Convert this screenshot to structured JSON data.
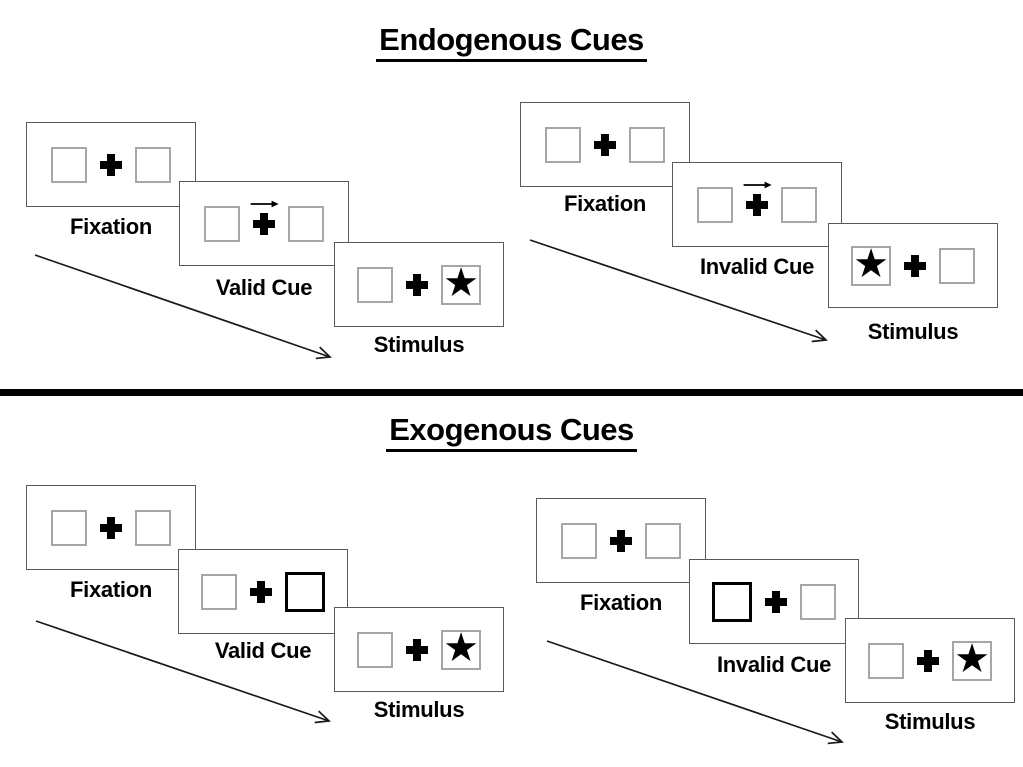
{
  "diagram": {
    "endogenous": {
      "title": "Endogenous Cues",
      "valid": {
        "fixation_label": "Fixation",
        "cue_label": "Valid Cue",
        "stimulus_label": "Stimulus",
        "cue_type": "central-arrow-pointing-right",
        "star_side": "right"
      },
      "invalid": {
        "fixation_label": "Fixation",
        "cue_label": "Invalid Cue",
        "stimulus_label": "Stimulus",
        "cue_type": "central-arrow-pointing-right",
        "star_side": "left"
      }
    },
    "exogenous": {
      "title": "Exogenous Cues",
      "valid": {
        "fixation_label": "Fixation",
        "cue_label": "Valid Cue",
        "stimulus_label": "Stimulus",
        "cue_type": "thick-outline-on-right-box",
        "star_side": "right"
      },
      "invalid": {
        "fixation_label": "Fixation",
        "cue_label": "Invalid Cue",
        "stimulus_label": "Stimulus",
        "cue_type": "thick-outline-on-left-box",
        "star_side": "right"
      }
    }
  },
  "glyphs": {
    "star": "★"
  },
  "colors": {
    "ink": "#000000",
    "panel_border": "#595959",
    "box_border": "#a6a6a6",
    "cue_box_border": "#000000"
  }
}
